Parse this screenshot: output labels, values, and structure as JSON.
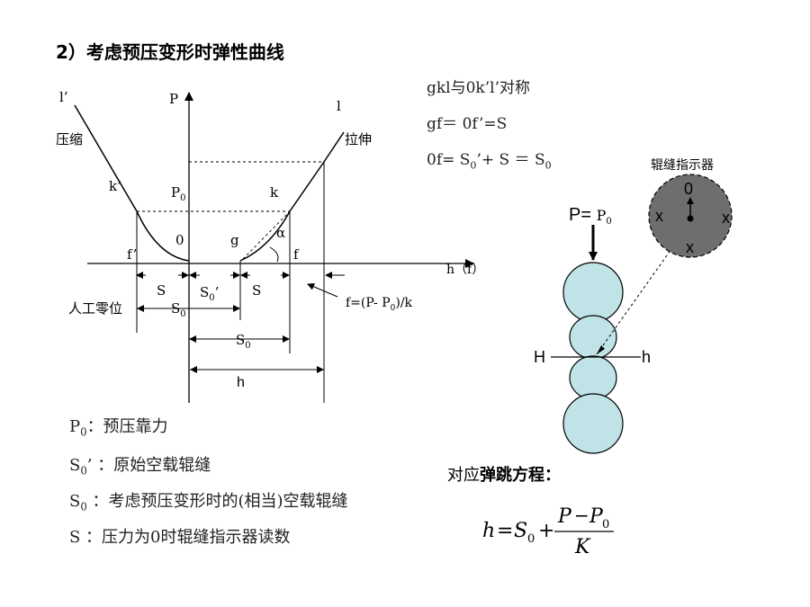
{
  "title": "2）考虑预压变形时弹性曲线",
  "notes": {
    "line1": "gkl与0k’l’对称",
    "line2": "gf＝ 0f’=S",
    "line3": {
      "a": "0f= S",
      "sub1": "0",
      "b": "’+ S ＝ S",
      "sub2": "0"
    }
  },
  "curve": {
    "p_axis": "P",
    "l_prime": "l’",
    "l": "l",
    "compress": "压缩",
    "stretch": "拉伸",
    "k_prime": "k’",
    "k": "k",
    "p0": {
      "a": "P",
      "sub": "0"
    },
    "origin": "0",
    "g": "g",
    "alpha": "α",
    "f_prime": "f’",
    "f": "f",
    "h_axis": "h（f）",
    "s_left": "S",
    "s0_prime": {
      "a": "S",
      "sub": "0",
      "b": "’"
    },
    "s_right": "S",
    "manual_zero": "人工零位",
    "s0_row": {
      "a": "S",
      "sub": "0"
    },
    "s0_mid": {
      "a": "S",
      "sub": "0"
    },
    "h_dim": "h",
    "f_formula": {
      "a": "f=(P- P",
      "sub": "0",
      "b": ")/k"
    }
  },
  "roller": {
    "indicator_title": "辊缝指示器",
    "dial_zero": "0",
    "dial_x": "x",
    "force_label": {
      "a": "P= ",
      "b": "P",
      "sub": "0"
    },
    "H": "H",
    "h": "h",
    "colors": {
      "roll": "#bfe3e6",
      "dial": "#6e6e6e"
    }
  },
  "defs": {
    "p0": {
      "a": "P",
      "sub": "0",
      "b": "：预压靠力"
    },
    "s0p": {
      "a": "S",
      "sub": "0",
      "b": "’ ：原始空载辊缝"
    },
    "s0": {
      "a": "S",
      "sub": "0",
      "b": " ：考虑预压变形时的(相当)空载辊缝"
    },
    "s": "S ：压力为0时辊缝指示器读数"
  },
  "equation": {
    "heading_plain": "对应",
    "heading_bold": "弹跳方程：",
    "h": "h",
    "eq": "=",
    "S": "S",
    "S_sub": "0",
    "plus": "+",
    "P": "P",
    "minus": "−",
    "P0": "P",
    "P0_sub": "0",
    "K": "K"
  }
}
